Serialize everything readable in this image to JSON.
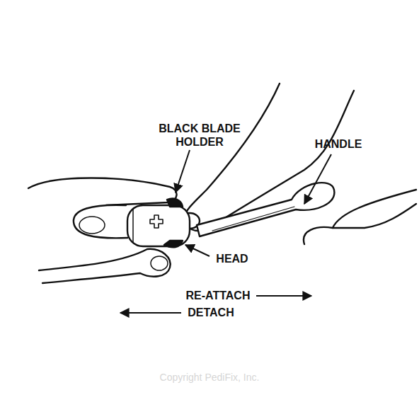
{
  "diagram": {
    "labels": [
      "BLACK BLADE HOLDER",
      "HANDLE",
      "HEAD",
      "RE-ATTACH",
      "DETACH",
      "Copyright PediFix, Inc."
    ]
  }
}
